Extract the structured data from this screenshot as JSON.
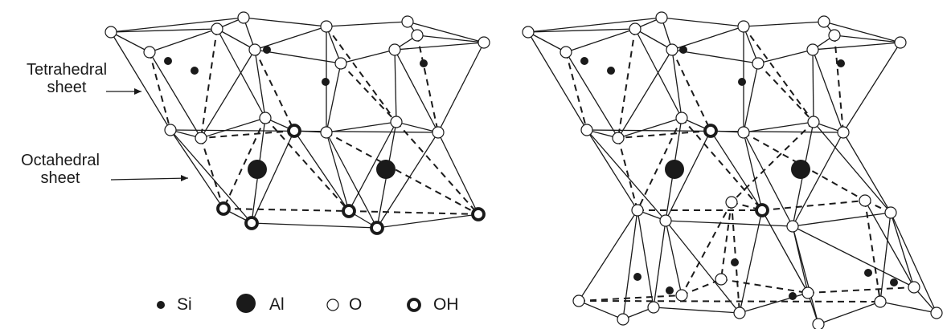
{
  "labels": {
    "tetrahedral": [
      "Tetrahedral",
      "sheet"
    ],
    "octahedral": [
      "Octahedral",
      "sheet"
    ]
  },
  "legend": [
    {
      "symbol": "si-atom",
      "label": "Si"
    },
    {
      "symbol": "al-atom",
      "label": "Al"
    },
    {
      "symbol": "o-atom",
      "label": "O"
    },
    {
      "symbol": "oh-group",
      "label": "OH"
    }
  ],
  "colors": {
    "line": "#1a1a1a",
    "fill": "#ffffff"
  }
}
